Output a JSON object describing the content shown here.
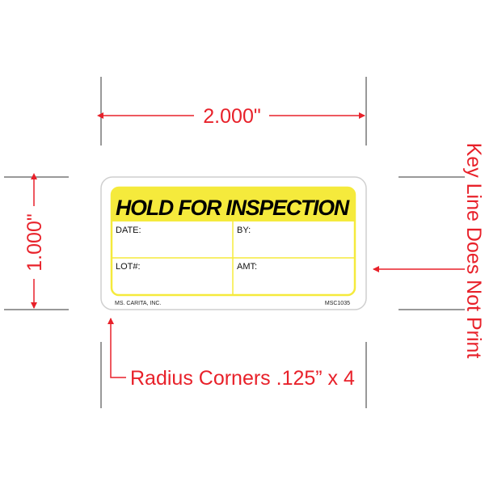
{
  "dimensions": {
    "width": "2.000\"",
    "height": "1.000\"",
    "key_line_note": "Key Line Does Not Print",
    "radius_note": "Radius Corners .125” x 4"
  },
  "label": {
    "title": "HOLD FOR INSPECTION",
    "fields": [
      "DATE:",
      "BY:",
      "LOT#:",
      "AMT:"
    ],
    "manufacturer": "MS. CARITA, INC.",
    "product_code": "MSC1035"
  },
  "colors": {
    "accent": "#f5ea3c",
    "dimension": "#e8212a",
    "keyline": "#cccccc"
  }
}
